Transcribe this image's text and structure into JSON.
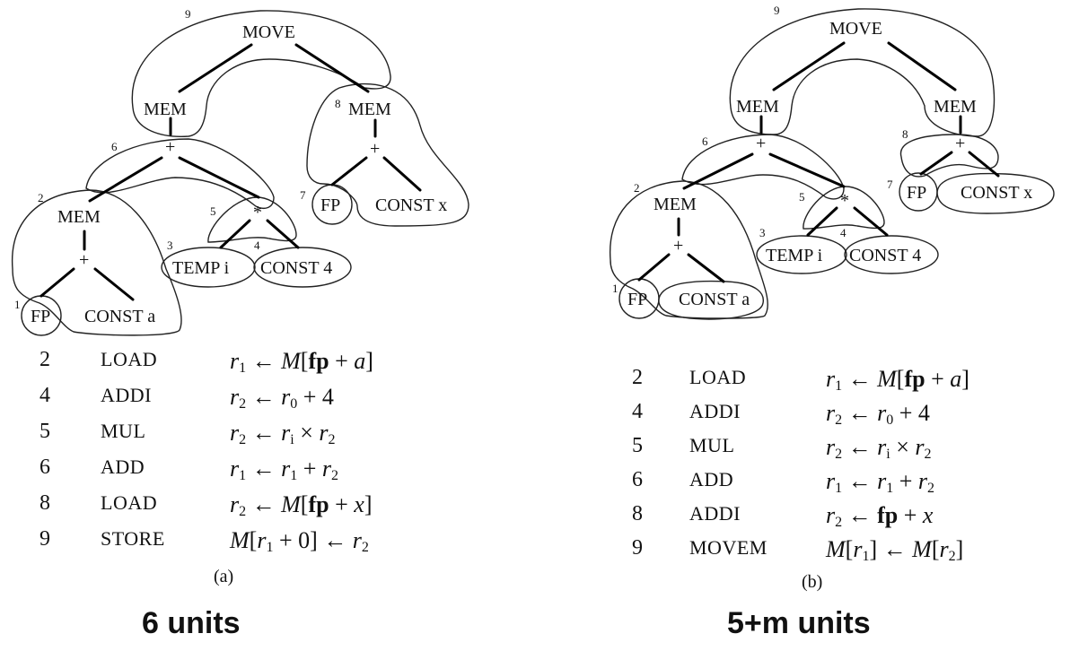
{
  "left": {
    "caption": "(a)",
    "units": "6 units",
    "nodes": {
      "move": "MOVE",
      "mem_dst": "MEM",
      "mem_src": "MEM",
      "plus_dst": "+",
      "plus_src": "+",
      "mem_a": "MEM",
      "plus_a": "+",
      "fp_a": "FP",
      "const_a": "CONST",
      "const_a_sym": "a",
      "times": "*",
      "temp_i": "TEMP",
      "temp_i_sym": "i",
      "const_4": "CONST 4",
      "fp_x": "FP",
      "const_x": "CONST",
      "const_x_sym": "x"
    },
    "tile_numbers": [
      "9",
      "8",
      "6",
      "2",
      "5",
      "3",
      "4",
      "1",
      "7"
    ],
    "instructions": [
      {
        "num": "2",
        "op": "LOAD"
      },
      {
        "num": "4",
        "op": "ADDI"
      },
      {
        "num": "5",
        "op": "MUL"
      },
      {
        "num": "6",
        "op": "ADD"
      },
      {
        "num": "8",
        "op": "LOAD"
      },
      {
        "num": "9",
        "op": "STORE"
      }
    ]
  },
  "right": {
    "caption": "(b)",
    "units": "5+m units",
    "nodes": {
      "move": "MOVE",
      "mem_dst": "MEM",
      "mem_src": "MEM",
      "plus_dst": "+",
      "plus_src": "+",
      "mem_a": "MEM",
      "plus_a": "+",
      "fp_a": "FP",
      "const_a": "CONST",
      "const_a_sym": "a",
      "times": "*",
      "temp_i": "TEMP",
      "temp_i_sym": "i",
      "const_4": "CONST 4",
      "fp_x": "FP",
      "const_x": "CONST",
      "const_x_sym": "x"
    },
    "tile_numbers": [
      "9",
      "8",
      "6",
      "2",
      "5",
      "3",
      "4",
      "1",
      "7"
    ],
    "instructions": [
      {
        "num": "2",
        "op": "LOAD"
      },
      {
        "num": "4",
        "op": "ADDI"
      },
      {
        "num": "5",
        "op": "MUL"
      },
      {
        "num": "6",
        "op": "ADD"
      },
      {
        "num": "8",
        "op": "ADDI"
      },
      {
        "num": "9",
        "op": "MOVEM"
      }
    ]
  }
}
